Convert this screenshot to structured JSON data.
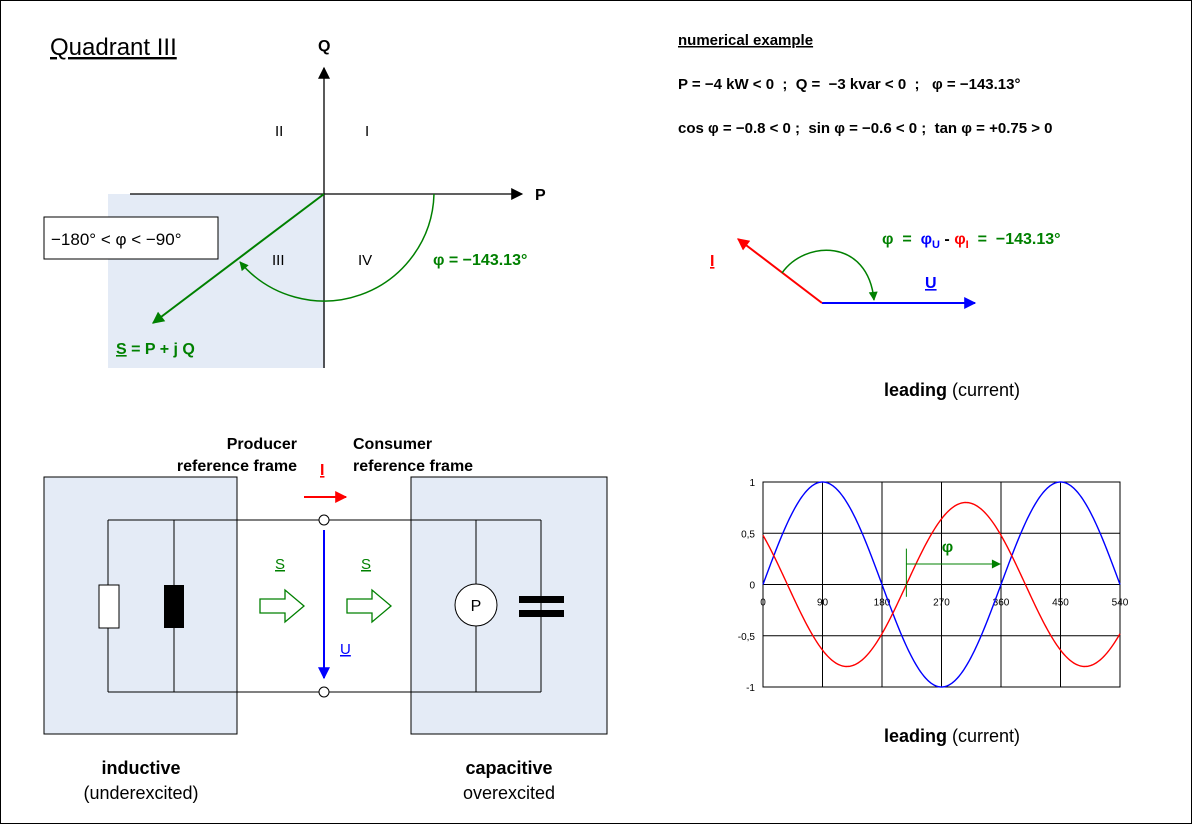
{
  "quadrant": {
    "title": "Quadrant III",
    "axis_q": "Q",
    "axis_p": "P",
    "q1": "I",
    "q2": "II",
    "q3": "III",
    "q4": "IV",
    "range_label": "−180° < φ < −90°",
    "phi_label": "φ = −143.13°",
    "s_letter": "S",
    "s_rest": " = P + j Q"
  },
  "example": {
    "heading": "numerical example",
    "line1": "P = −4 kW < 0  ;  Q =  −3 kvar < 0  ;   φ = −143.13°",
    "line2": "cos φ = −0.8 < 0 ;  sin φ = −0.6 < 0 ;  tan φ = +0.75 > 0"
  },
  "phasor": {
    "i_label": "I",
    "u_label": "U",
    "eq_phi": "φ  =  ",
    "eq_phiu": "φ",
    "eq_sub_u": "U",
    "eq_minus": " - ",
    "eq_phii": "φ",
    "eq_sub_i": "I",
    "eq_result": "  =  −143.13°",
    "caption_bold": "leading",
    "caption_rest": " (current)"
  },
  "circuit": {
    "producer_line1": "Producer",
    "producer_line2": "reference frame",
    "consumer_line1": "Consumer",
    "consumer_line2": "reference frame",
    "i_label": "I",
    "u_label": "U",
    "s_left": "S",
    "s_right": "S",
    "p_label": "P",
    "left_caption_bold": "inductive",
    "left_caption_sub": "(underexcited)",
    "right_caption_bold": "capacitive",
    "right_caption_sub": "overexcited"
  },
  "colors": {
    "voltage": "#0000ff",
    "current": "#ff0000",
    "power_green": "#008000",
    "shade": "#e4ebf6"
  },
  "chart_data": {
    "type": "line",
    "x_ticks": [
      0,
      90,
      180,
      270,
      360,
      450,
      540
    ],
    "y_ticks": [
      "1",
      "0,5",
      "0",
      "-0,5",
      "-1"
    ],
    "xlim": [
      0,
      540
    ],
    "ylim": [
      -1,
      1
    ],
    "grid": true,
    "phi_label": "φ",
    "phi_arrow": {
      "from_deg": 216.87,
      "to_deg": 360
    },
    "series": [
      {
        "function": "sin",
        "amplitude": 1.0,
        "phase_deg": 0,
        "color": "#0000ff"
      },
      {
        "function": "sin",
        "amplitude": 0.8,
        "phase_deg": 143.13,
        "color": "#ff0000"
      }
    ],
    "caption_bold": "leading",
    "caption_rest": " (current)"
  }
}
